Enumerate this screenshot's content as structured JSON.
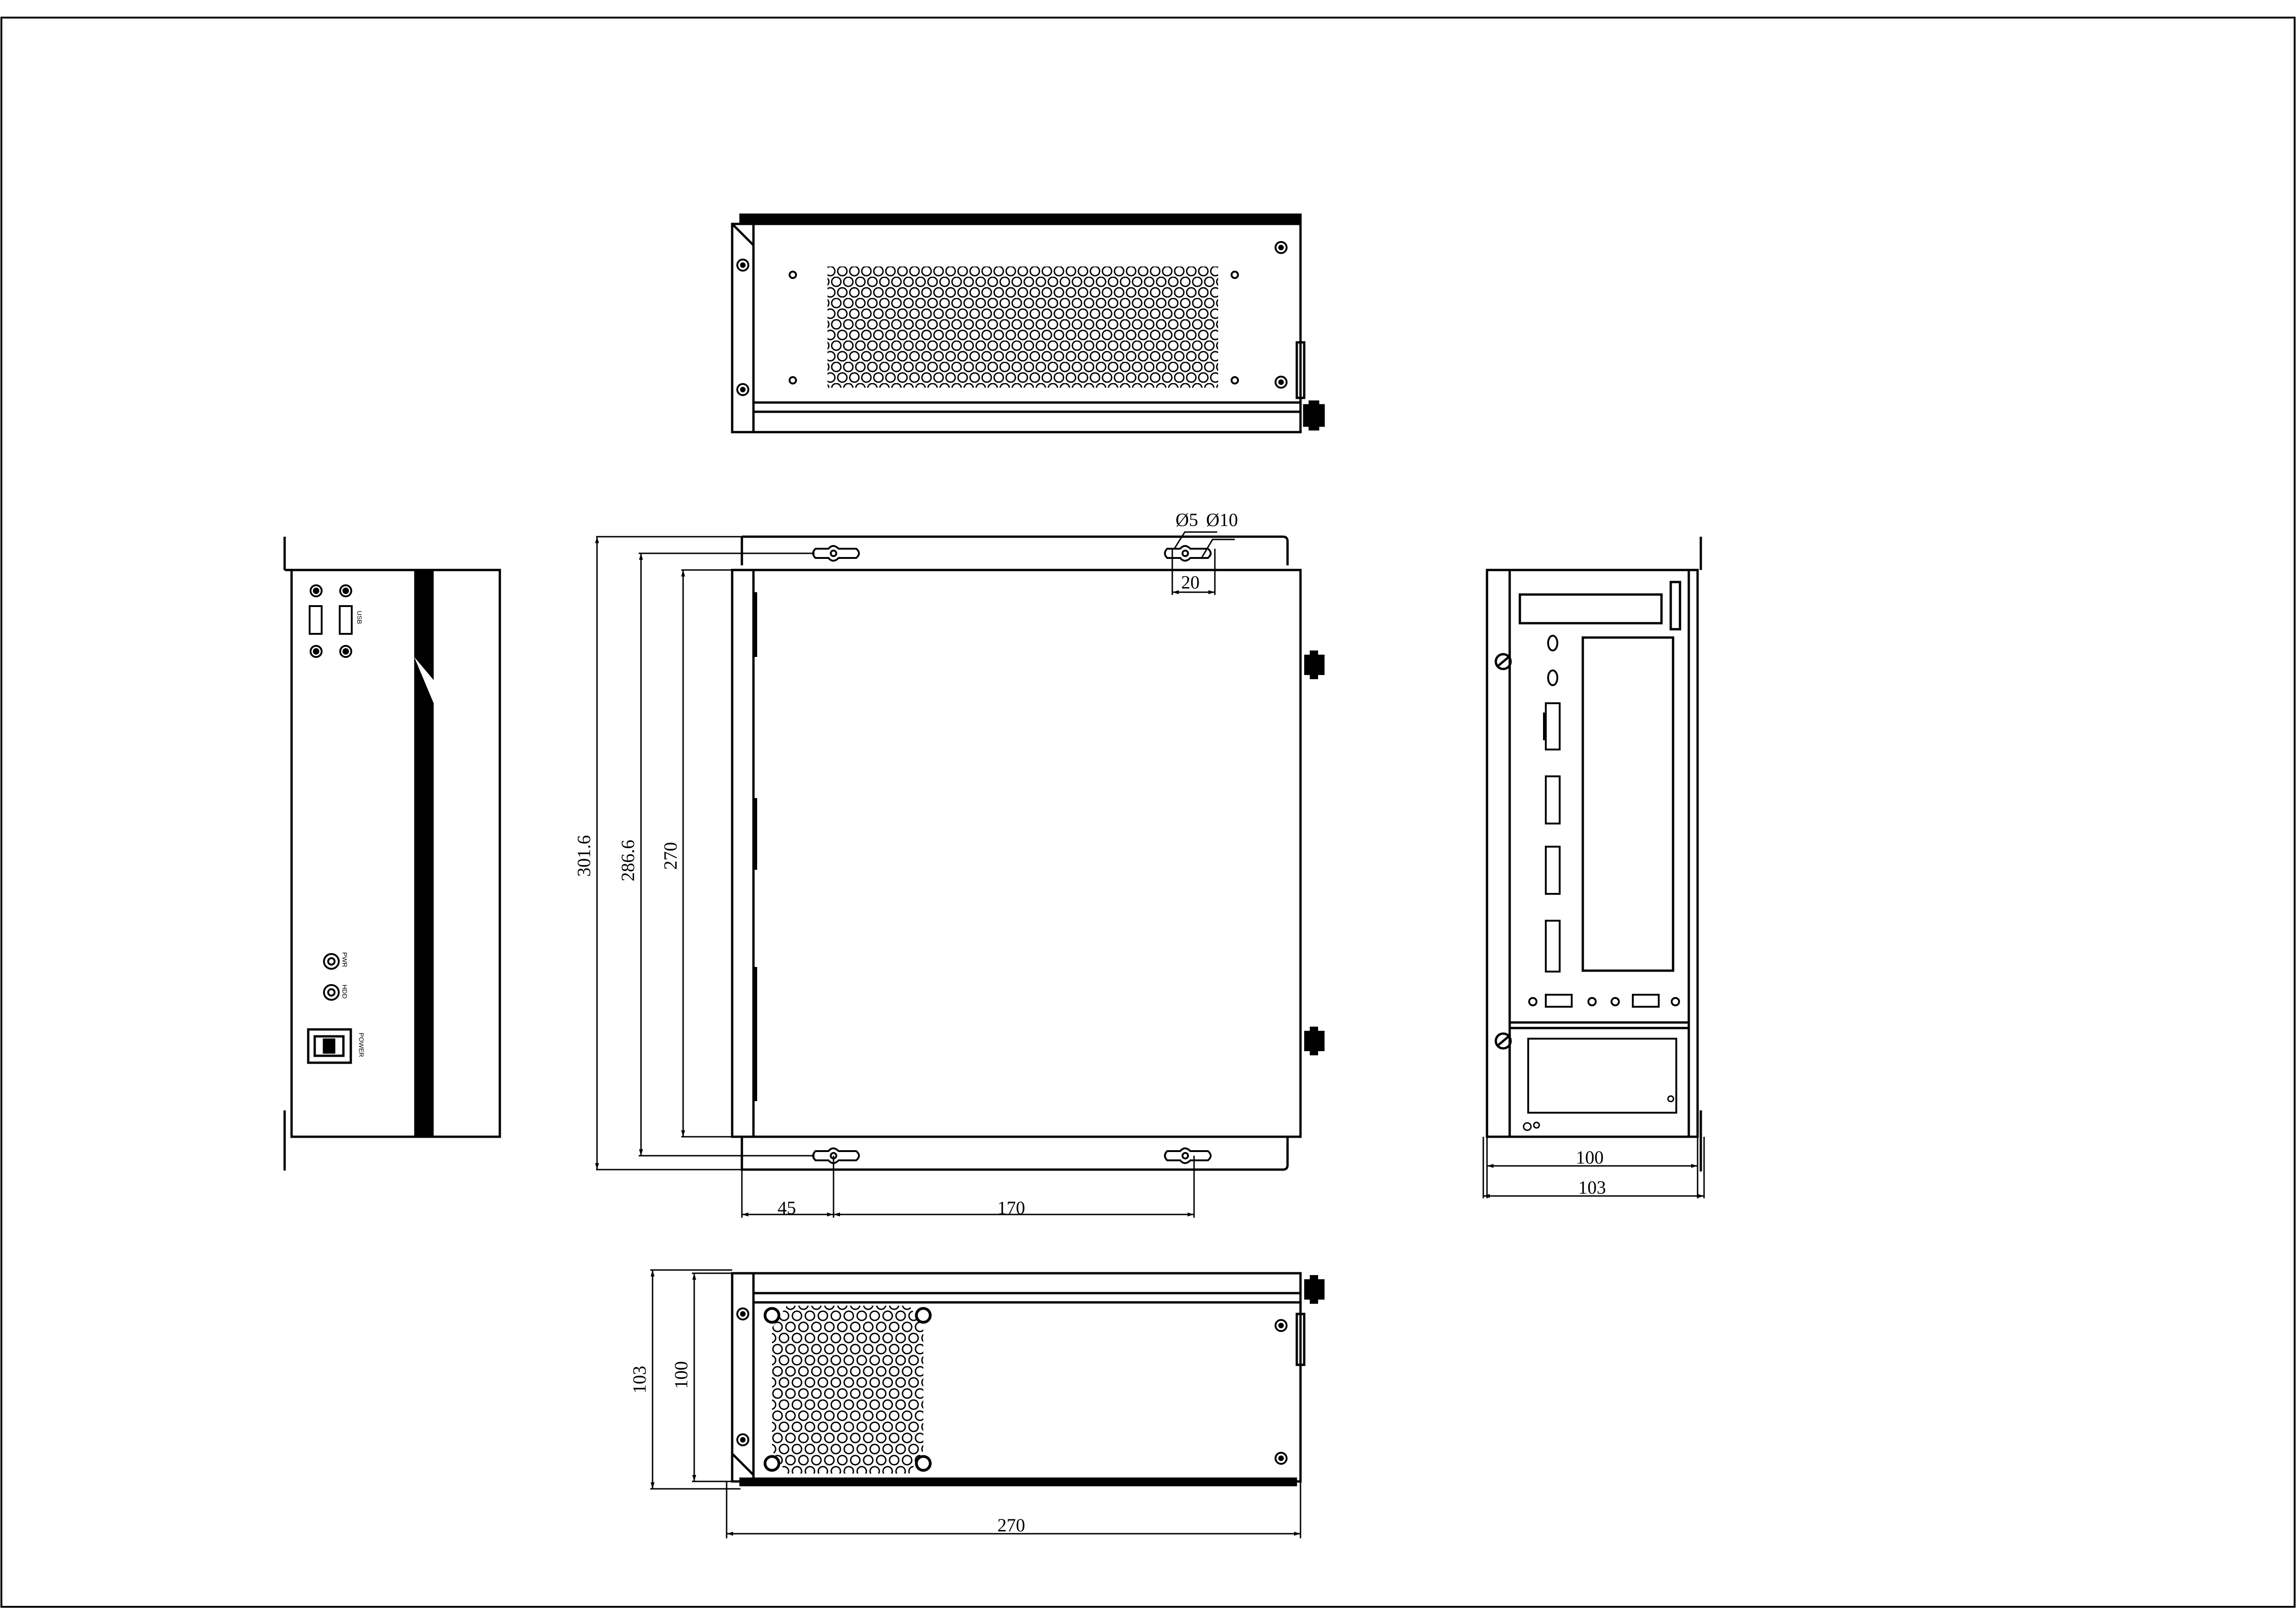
{
  "top_view": {},
  "front_view": {
    "usb_label": "USB",
    "pwr_label": "PWR",
    "hdd_label": "HDD",
    "power_label": "POWER"
  },
  "plan_view": {
    "dim_total_height": "301.6",
    "dim_mount_height": "286.6",
    "dim_body_height": "270",
    "dim_slot_offset": "45",
    "dim_slot_spacing": "170",
    "dim_small_hole": "Ø5",
    "dim_large_hole": "Ø10",
    "dim_slot_length": "20"
  },
  "rear_view": {
    "dim_body_width": "100",
    "dim_overall_width": "103"
  },
  "side_view": {
    "dim_overall_height": "103",
    "dim_body_height": "100",
    "dim_length": "270"
  },
  "colors": {
    "line": "#000000",
    "background": "#ffffff"
  }
}
